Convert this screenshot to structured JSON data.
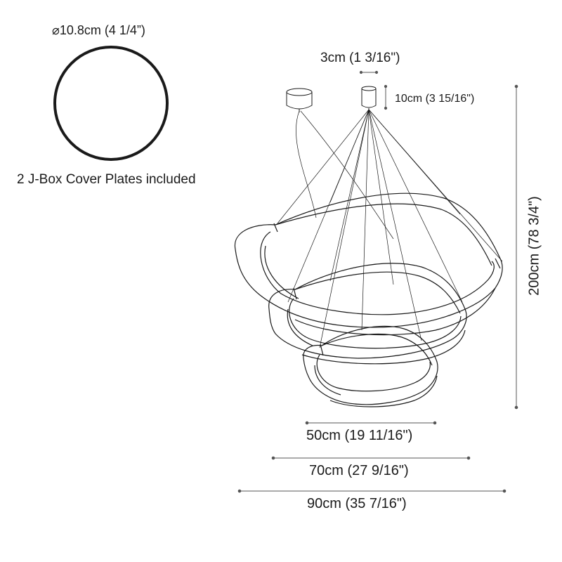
{
  "cover_plate": {
    "diameter_label": "⌀10.8cm (4 1/4”)",
    "note": "2 J-Box Cover Plates included"
  },
  "dimensions": {
    "canopy_width": "3cm (1 3/16\")",
    "canopy_height": "10cm (3 15/16\")",
    "total_height": "200cm (78 3/4\")",
    "small_ring_width": "50cm (19 11/16\")",
    "medium_ring_width": "70cm (27 9/16\")",
    "large_ring_width": "90cm (35 7/16\")"
  },
  "colors": {
    "line": "#1a1a1a",
    "dimension_line": "#555555"
  }
}
